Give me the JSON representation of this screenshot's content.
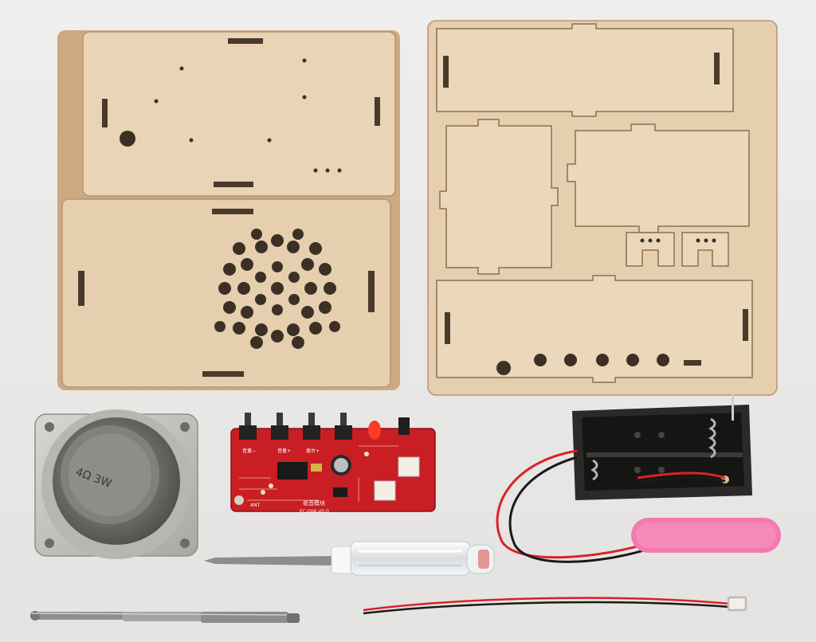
{
  "photo": {
    "background_color": "#ecebe9",
    "wood_color": "#e6cfae",
    "wood_edge_color": "#caa983",
    "pcb_color": "#c81e24",
    "speaker_label": "4Ω 3W",
    "pcb_model_label": "FC-006 V0.0",
    "pcb_ant_label": "ANT",
    "items": [
      "wooden-front-back-panel",
      "wooden-side-parts-panel",
      "speaker",
      "radio-circuit-board",
      "battery-holder",
      "screwdriver",
      "sanding-stick",
      "telescopic-antenna",
      "connector-wire"
    ]
  }
}
